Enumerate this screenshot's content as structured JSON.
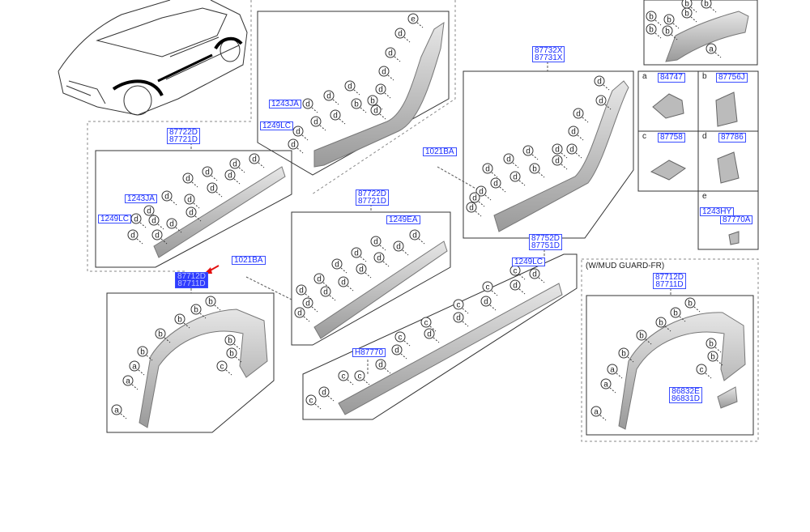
{
  "mud_guard_note": "(W/MUD GUARD-FR)",
  "part_labels": [
    {
      "id": "p1",
      "lines": [
        "87722D",
        "87721D"
      ]
    },
    {
      "id": "p2",
      "lines": [
        "87722D",
        "87721D"
      ]
    },
    {
      "id": "p3",
      "lines": [
        "87732X",
        "87731X"
      ]
    },
    {
      "id": "p4",
      "lines": [
        "87752D",
        "87751D"
      ]
    },
    {
      "id": "p5",
      "lines": [
        "87712D",
        "87711D"
      ],
      "selected": true
    },
    {
      "id": "p6",
      "lines": [
        "87712D",
        "87711D"
      ]
    },
    {
      "id": "p7",
      "lines": [
        "86832E",
        "86831D"
      ]
    },
    {
      "id": "p8",
      "lines": [
        "1243JA"
      ]
    },
    {
      "id": "p9",
      "lines": [
        "1249LC"
      ]
    },
    {
      "id": "p10",
      "lines": [
        "1243JA"
      ]
    },
    {
      "id": "p11",
      "lines": [
        "1249LC"
      ]
    },
    {
      "id": "p12",
      "lines": [
        "1021BA"
      ]
    },
    {
      "id": "p13",
      "lines": [
        "1021BA"
      ]
    },
    {
      "id": "p14",
      "lines": [
        "1249EA"
      ]
    },
    {
      "id": "p15",
      "lines": [
        "1249LC"
      ]
    },
    {
      "id": "p16",
      "lines": [
        "H87770"
      ]
    },
    {
      "id": "p17",
      "lines": [
        "1243HY"
      ]
    },
    {
      "id": "p18",
      "lines": [
        "87770A"
      ]
    }
  ],
  "legend": [
    {
      "letter": "a",
      "code": "84747"
    },
    {
      "letter": "b",
      "code": "87756J"
    },
    {
      "letter": "c",
      "code": "87758"
    },
    {
      "letter": "d",
      "code": "87786"
    },
    {
      "letter": "e",
      "code": ""
    }
  ],
  "callout_letters": [
    "a",
    "b",
    "c",
    "d",
    "e"
  ]
}
